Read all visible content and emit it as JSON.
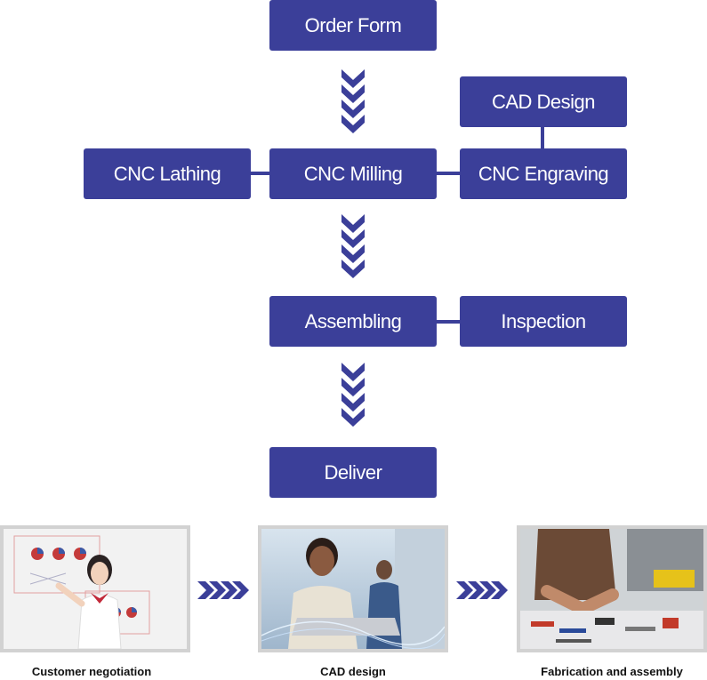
{
  "flow": {
    "order_form": "Order Form",
    "cad_design": "CAD Design",
    "cnc_lathing": "CNC Lathing",
    "cnc_milling": "CNC Milling",
    "cnc_engraving": "CNC Engraving",
    "assembling": "Assembling",
    "inspection": "Inspection",
    "deliver": "Deliver"
  },
  "photos": [
    {
      "caption": "Customer negotiation",
      "icon": "customer-negotiation-photo"
    },
    {
      "caption": "CAD design",
      "icon": "cad-design-photo"
    },
    {
      "caption": "Fabrication and assembly",
      "icon": "fabrication-photo"
    }
  ],
  "colors": {
    "box": "#3b3f99",
    "arrow": "#3b3f99",
    "photo_border": "#d2d2d2"
  }
}
